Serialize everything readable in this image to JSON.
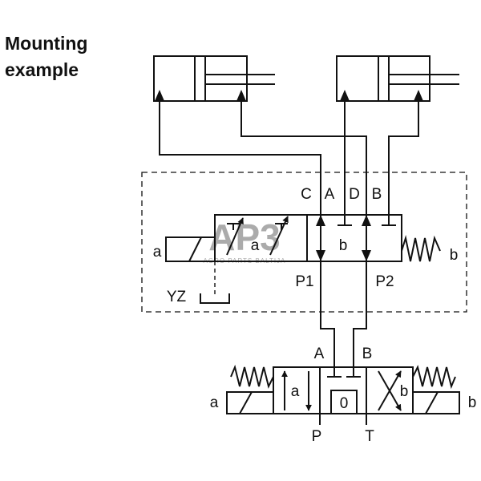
{
  "title": {
    "line1": "Mounting",
    "line2": "example"
  },
  "watermark": {
    "logo": "AP3",
    "tagline": "AGRO PARTS BALTIJA"
  },
  "upper_valve": {
    "ports_top": [
      "C",
      "A",
      "D",
      "B"
    ],
    "ports_bottom": [
      "P1",
      "P2"
    ],
    "left_box_label": "a",
    "right_box_label": "b",
    "solenoid_label": "a",
    "spring_label": "b",
    "drain_label": "YZ"
  },
  "lower_valve": {
    "ports_top": [
      "A",
      "B"
    ],
    "ports_bottom": [
      "P",
      "T"
    ],
    "left_box_label": "a",
    "center_box_label": "0",
    "right_box_label": "b",
    "left_solenoid_label": "a",
    "right_solenoid_label": "b"
  },
  "colors": {
    "line": "#111111",
    "watermark": "#cccccc"
  }
}
